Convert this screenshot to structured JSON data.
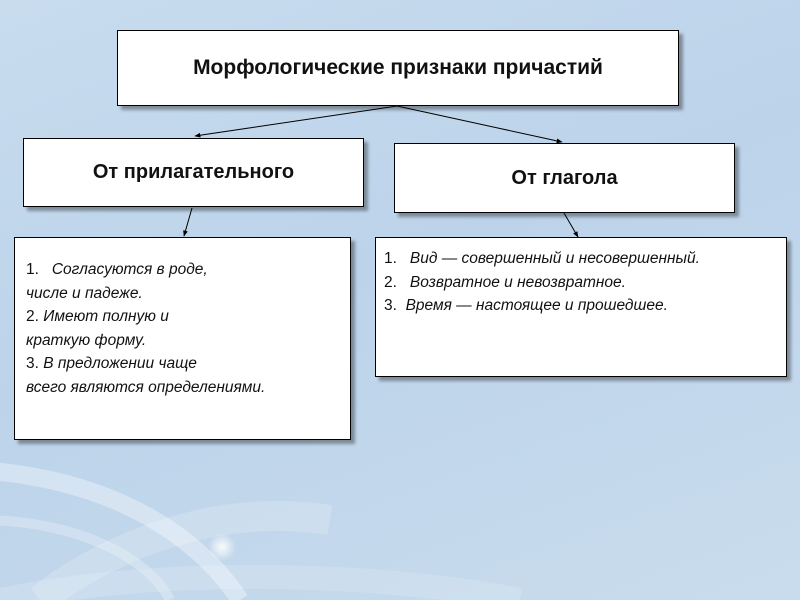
{
  "title": "Морфологические признаки причастий",
  "left": {
    "heading": "От прилагательного",
    "items": [
      {
        "lines": [
          {
            "num": "1.",
            "text": "Согласуются в роде,",
            "indent": true
          },
          {
            "num": "",
            "text": "числе и падеже."
          }
        ]
      },
      {
        "lines": [
          {
            "num": "2.",
            "text": "Имеют полную и"
          },
          {
            "num": "",
            "text": "краткую форму."
          }
        ]
      },
      {
        "lines": [
          {
            "num": "3.",
            "text": "В предложении чаще"
          },
          {
            "num": "",
            "text": "всего являются определениями."
          }
        ]
      }
    ]
  },
  "right": {
    "heading": "От глагола",
    "items": [
      {
        "num": "1.",
        "text": "Вид — совершенный и несовершенный."
      },
      {
        "num": "2.",
        "text": "Возвратное и невозвратное."
      },
      {
        "num": "3.",
        "text": "Время — настоящее и прошедшее."
      }
    ]
  }
}
